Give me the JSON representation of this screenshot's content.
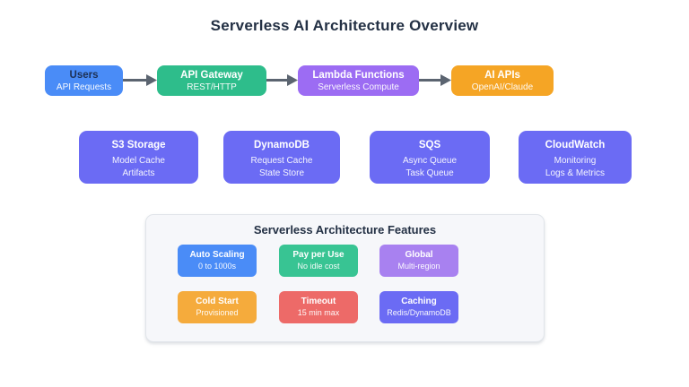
{
  "title": "Serverless AI Architecture Overview",
  "flow": {
    "arrow_color": "#5b6470",
    "nodes": [
      {
        "title": "Users",
        "subtitle": "API Requests",
        "color": "#4a8cf7",
        "title_color": "#1d3054"
      },
      {
        "title": "API Gateway",
        "subtitle": "REST/HTTP",
        "color": "#2ebd8b",
        "title_color": "#ffffff"
      },
      {
        "title": "Lambda Functions",
        "subtitle": "Serverless Compute",
        "color": "#9c6cf3",
        "title_color": "#ffffff"
      },
      {
        "title": "AI APIs",
        "subtitle": "OpenAI/Claude",
        "color": "#f5a525",
        "title_color": "#ffffff"
      }
    ]
  },
  "services": [
    {
      "title": "S3 Storage",
      "lines": [
        "Model Cache",
        "Artifacts"
      ],
      "color": "#6b6bf4"
    },
    {
      "title": "DynamoDB",
      "lines": [
        "Request Cache",
        "State Store"
      ],
      "color": "#6b6bf4"
    },
    {
      "title": "SQS",
      "lines": [
        "Async Queue",
        "Task Queue"
      ],
      "color": "#6b6bf4"
    },
    {
      "title": "CloudWatch",
      "lines": [
        "Monitoring",
        "Logs & Metrics"
      ],
      "color": "#6b6bf4"
    }
  ],
  "features_panel": {
    "title": "Serverless Architecture Features",
    "background": "#f6f7fa",
    "features": [
      {
        "title": "Auto Scaling",
        "subtitle": "0 to 1000s",
        "color": "#4a8cf7"
      },
      {
        "title": "Pay per Use",
        "subtitle": "No idle cost",
        "color": "#38c493"
      },
      {
        "title": "Global",
        "subtitle": "Multi-region",
        "color": "#a881f0"
      },
      {
        "title": "Cold Start",
        "subtitle": "Provisioned",
        "color": "#f5ab3c"
      },
      {
        "title": "Timeout",
        "subtitle": "15 min max",
        "color": "#ed6a68"
      },
      {
        "title": "Caching",
        "subtitle": "Redis/DynamoDB",
        "color": "#6b6bf4"
      }
    ]
  }
}
